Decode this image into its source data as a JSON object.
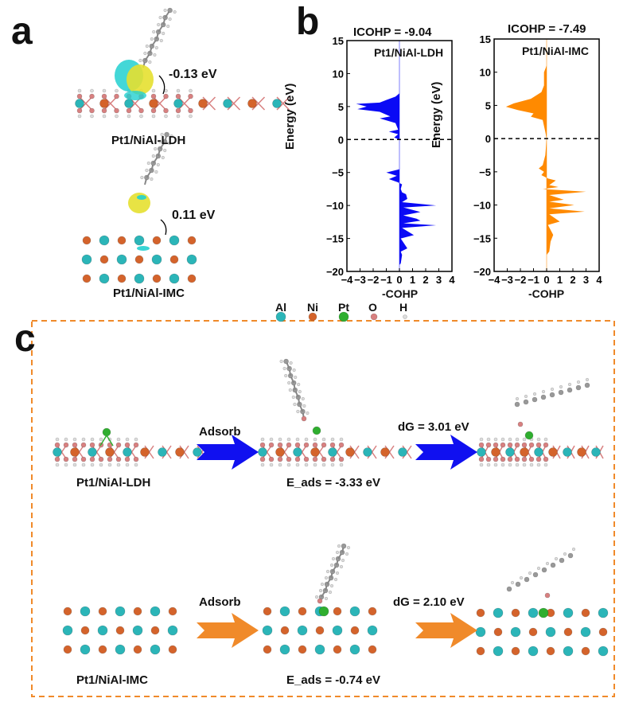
{
  "panels": {
    "a": "a",
    "b": "b",
    "c": "c"
  },
  "panel_a": {
    "top_label": "Pt1/NiAl-LDH",
    "top_charge": "-0.13 eV",
    "bottom_label": "Pt1/NiAl-IMC",
    "bottom_charge": "0.11 eV"
  },
  "legend": [
    {
      "label": "Al",
      "color": "#2bb5b8"
    },
    {
      "label": "Ni",
      "color": "#d4632b"
    },
    {
      "label": "Pt",
      "color": "#2fae2f"
    },
    {
      "label": "O",
      "color": "#d88080"
    },
    {
      "label": "H",
      "color": "#dddddd"
    }
  ],
  "panel_c": {
    "row1": {
      "start_label": "Pt1/NiAl-LDH",
      "step1": "Adsorb",
      "eads": "E_ads = -3.33 eV",
      "dg": "dG = 3.01 eV",
      "arrow_color": "#1010f0"
    },
    "row2": {
      "start_label": "Pt1/NiAl-IMC",
      "step1": "Adsorb",
      "eads": "E_ads = -0.74 eV",
      "dg": "dG = 2.10 eV",
      "arrow_color": "#f08a2a"
    }
  },
  "chart_data": [
    {
      "type": "area",
      "title": "ICOHP = -9.04",
      "legend": "Pt1/NiAl-LDH",
      "xlabel": "-COHP",
      "ylabel": "Energy (eV)",
      "xlim": [
        -4,
        4
      ],
      "ylim": [
        -20,
        15
      ],
      "xticks": [
        "−4",
        "−3",
        "−2",
        "−1",
        "0",
        "1",
        "2",
        "3",
        "4"
      ],
      "yticks": [
        "15",
        "10",
        "5",
        "0",
        "−5",
        "−10",
        "−15",
        "−20"
      ],
      "color": "#0a0af5",
      "fermi_level": 0,
      "points": [
        [
          7,
          0
        ],
        [
          6.5,
          -0.3
        ],
        [
          6,
          -1
        ],
        [
          5.6,
          -1.5
        ],
        [
          5.4,
          -3.3
        ],
        [
          5,
          -2.5
        ],
        [
          4.6,
          -3.2
        ],
        [
          4.2,
          -1.5
        ],
        [
          3.5,
          -0.7
        ],
        [
          3.2,
          -1.5
        ],
        [
          2.5,
          -0.3
        ],
        [
          1.5,
          -0.1
        ],
        [
          1.2,
          -0.8
        ],
        [
          0.8,
          -0.1
        ],
        [
          0.3,
          -0.4
        ],
        [
          0,
          0
        ],
        [
          -4.5,
          0
        ],
        [
          -5,
          -1
        ],
        [
          -5.5,
          -0.2
        ],
        [
          -6,
          -0.8
        ],
        [
          -6.5,
          -0.1
        ],
        [
          -6.8,
          0.2
        ],
        [
          -7.5,
          0.1
        ],
        [
          -8,
          0.2
        ],
        [
          -8.3,
          0.5
        ],
        [
          -9,
          0.6
        ],
        [
          -9.5,
          0.2
        ],
        [
          -10,
          2.8
        ],
        [
          -10.3,
          0.3
        ],
        [
          -11,
          1.6
        ],
        [
          -11.5,
          0.3
        ],
        [
          -12,
          1.3
        ],
        [
          -12.3,
          1.6
        ],
        [
          -12.7,
          0.3
        ],
        [
          -13,
          2.8
        ],
        [
          -13.4,
          0.2
        ],
        [
          -14.5,
          1.1
        ],
        [
          -15,
          0.1
        ],
        [
          -16.5,
          0.6
        ],
        [
          -17,
          0.1
        ],
        [
          -17.5,
          0.2
        ],
        [
          -18.8,
          0.1
        ],
        [
          -19,
          0
        ]
      ]
    },
    {
      "type": "area",
      "title": "ICOHP = -7.49",
      "legend": "Pt1/NiAl-IMC",
      "xlabel": "-COHP",
      "ylabel": "Energy (eV)",
      "xlim": [
        -4,
        4
      ],
      "ylim": [
        -20,
        15
      ],
      "xticks": [
        "−4",
        "−3",
        "−2",
        "−1",
        "0",
        "1",
        "2",
        "3",
        "4"
      ],
      "yticks": [
        "15",
        "10",
        "5",
        "0",
        "−5",
        "−10",
        "−15",
        "−20"
      ],
      "color": "#ff8a00",
      "fermi_level": 0,
      "points": [
        [
          11,
          0
        ],
        [
          10,
          -0.2
        ],
        [
          8,
          -0.2
        ],
        [
          7,
          -0.4
        ],
        [
          6,
          -1.2
        ],
        [
          5.3,
          -2.5
        ],
        [
          4.8,
          -3.1
        ],
        [
          4.3,
          -2.2
        ],
        [
          3.8,
          -1
        ],
        [
          3.3,
          -1.2
        ],
        [
          2.8,
          -0.3
        ],
        [
          1,
          -0.1
        ],
        [
          0,
          0
        ],
        [
          -2.5,
          -0.1
        ],
        [
          -4,
          -0.3
        ],
        [
          -4.5,
          -0.6
        ],
        [
          -5,
          -0.2
        ],
        [
          -5.5,
          -0.4
        ],
        [
          -6,
          0.1
        ],
        [
          -6.3,
          0.7
        ],
        [
          -7,
          0.2
        ],
        [
          -7.3,
          0.9
        ],
        [
          -7.6,
          -0.3
        ],
        [
          -8,
          3
        ],
        [
          -8.5,
          0.2
        ],
        [
          -9.2,
          1.3
        ],
        [
          -9.5,
          0.2
        ],
        [
          -10,
          2.1
        ],
        [
          -10.5,
          0.2
        ],
        [
          -11,
          2.9
        ],
        [
          -11.4,
          0.2
        ],
        [
          -12.5,
          1
        ],
        [
          -13,
          0.1
        ],
        [
          -14.5,
          0.5
        ],
        [
          -15.5,
          0.3
        ],
        [
          -17,
          0.2
        ],
        [
          -17.5,
          0
        ]
      ]
    }
  ]
}
